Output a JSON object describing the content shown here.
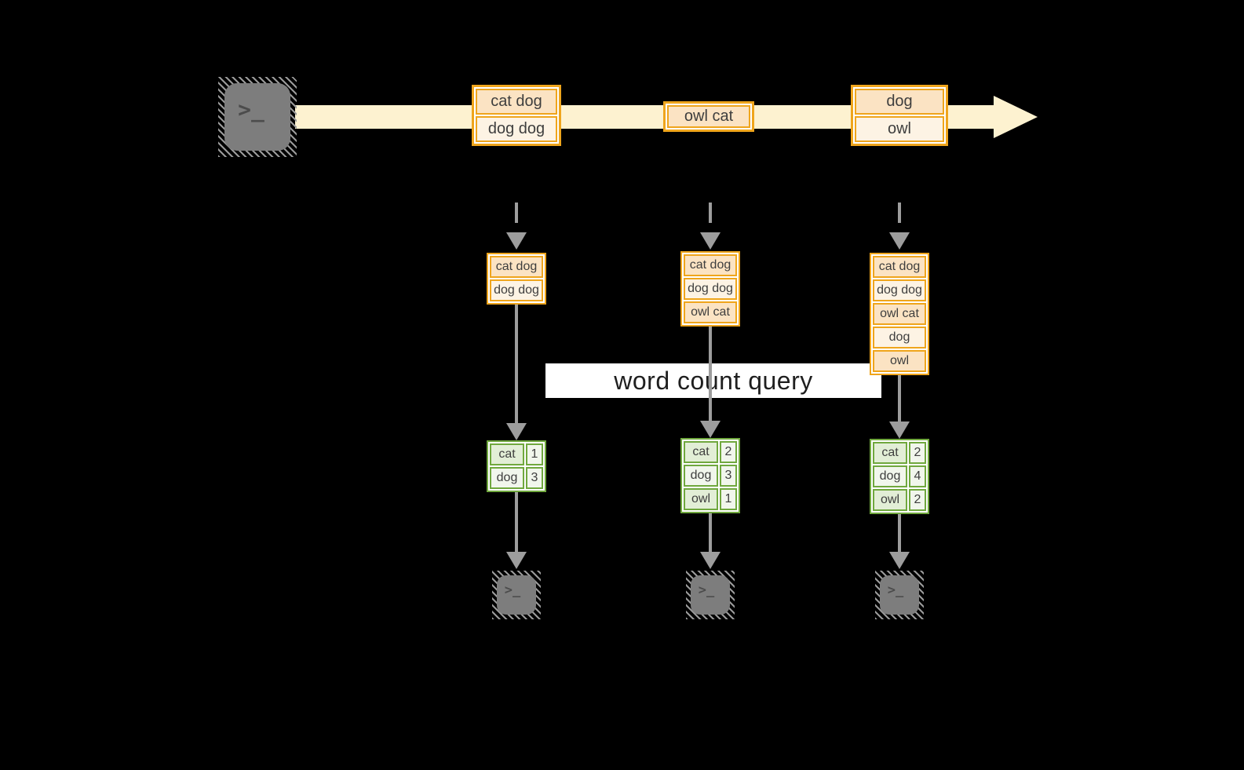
{
  "colors": {
    "background": "#000000",
    "stream_band": "#fdf2d0",
    "event_border": "#efa51c",
    "event_fill_dark": "#fbe3c3",
    "event_fill_light": "#fdf3e4",
    "table_border": "#70a83e",
    "table_fill_dark": "#e2eed6",
    "table_fill_light": "#f1f6ec",
    "arrow_gray": "#9d9d9d",
    "terminal_gray": "#7d7d7d"
  },
  "terminal_glyph": ">_",
  "query_label": "word count query",
  "timeline": {
    "events": [
      {
        "lines": [
          "cat dog",
          "dog dog"
        ]
      },
      {
        "lines": [
          "owl cat"
        ]
      },
      {
        "lines": [
          "dog",
          "owl"
        ]
      }
    ]
  },
  "columns": [
    {
      "batch": [
        "cat dog",
        "dog dog"
      ],
      "counts": [
        {
          "word": "cat",
          "count": "1"
        },
        {
          "word": "dog",
          "count": "3"
        }
      ]
    },
    {
      "batch": [
        "cat dog",
        "dog dog",
        "owl cat"
      ],
      "counts": [
        {
          "word": "cat",
          "count": "2"
        },
        {
          "word": "dog",
          "count": "3"
        },
        {
          "word": "owl",
          "count": "1"
        }
      ]
    },
    {
      "batch": [
        "cat dog",
        "dog dog",
        "owl cat",
        "dog",
        "owl"
      ],
      "counts": [
        {
          "word": "cat",
          "count": "2"
        },
        {
          "word": "dog",
          "count": "4"
        },
        {
          "word": "owl",
          "count": "2"
        }
      ]
    }
  ]
}
